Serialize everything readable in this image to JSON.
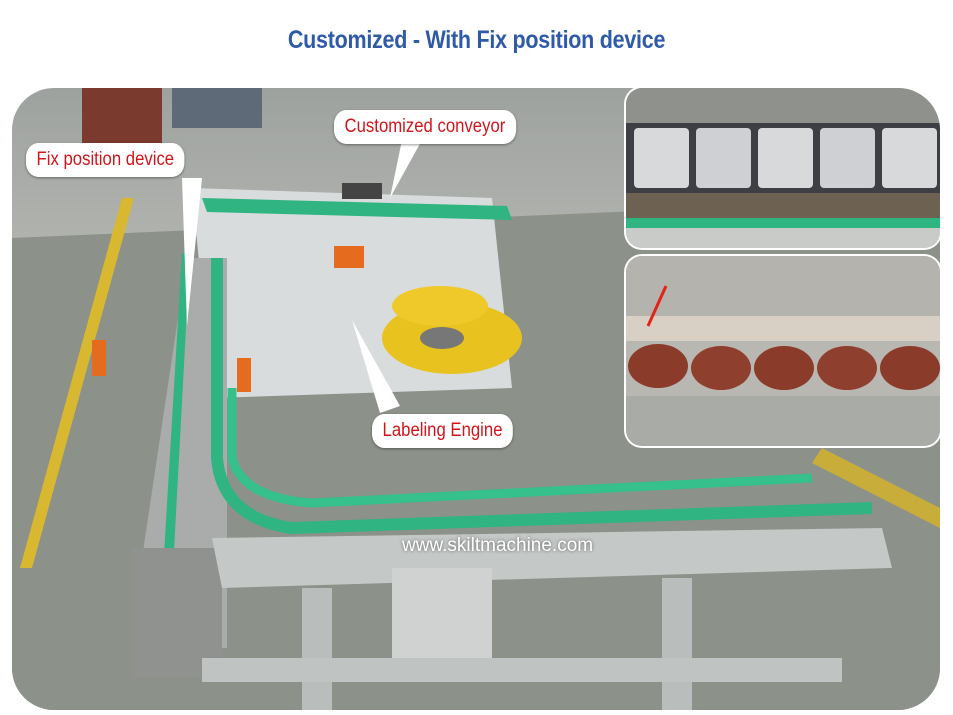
{
  "title": "Customized - With Fix position device",
  "callouts": {
    "conveyor": "Customized conveyor",
    "fix_position": "Fix position device",
    "labeling_engine": "Labeling Engine"
  },
  "watermark": "www.skiltmachine.com",
  "colors": {
    "title": "#2e5aa8",
    "callout_text": "#d2141b",
    "guide_rail": "#29b07f",
    "turntable": "#e8c21e"
  }
}
